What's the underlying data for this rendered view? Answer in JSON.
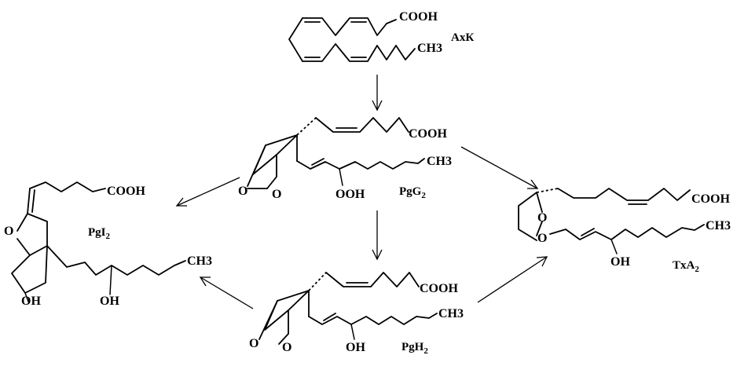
{
  "compounds": {
    "aa": {
      "label": "АхК",
      "group_top": "COOH",
      "group_bottom": "CH3"
    },
    "pgg2": {
      "label": "PgG",
      "label_sub": "2",
      "cooh": "COOH",
      "ch3": "CH3",
      "ooh": "OOH",
      "o1": "O",
      "o2": "O"
    },
    "pgh2": {
      "label": "PgH",
      "label_sub": "2",
      "cooh": "COOH",
      "ch3": "CH3",
      "oh": "OH",
      "o1": "O",
      "o2": "O"
    },
    "pgi2": {
      "label": "PgI",
      "label_sub": "2",
      "cooh": "COOH",
      "ch3": "CH3",
      "ring_o": "O",
      "oh1": "OH",
      "oh2": "OH"
    },
    "txa2": {
      "label": "TxA",
      "label_sub": "2",
      "cooh": "COOH",
      "ch3": "CH3",
      "o1": "O",
      "o2": "O",
      "oh": "OH"
    }
  }
}
